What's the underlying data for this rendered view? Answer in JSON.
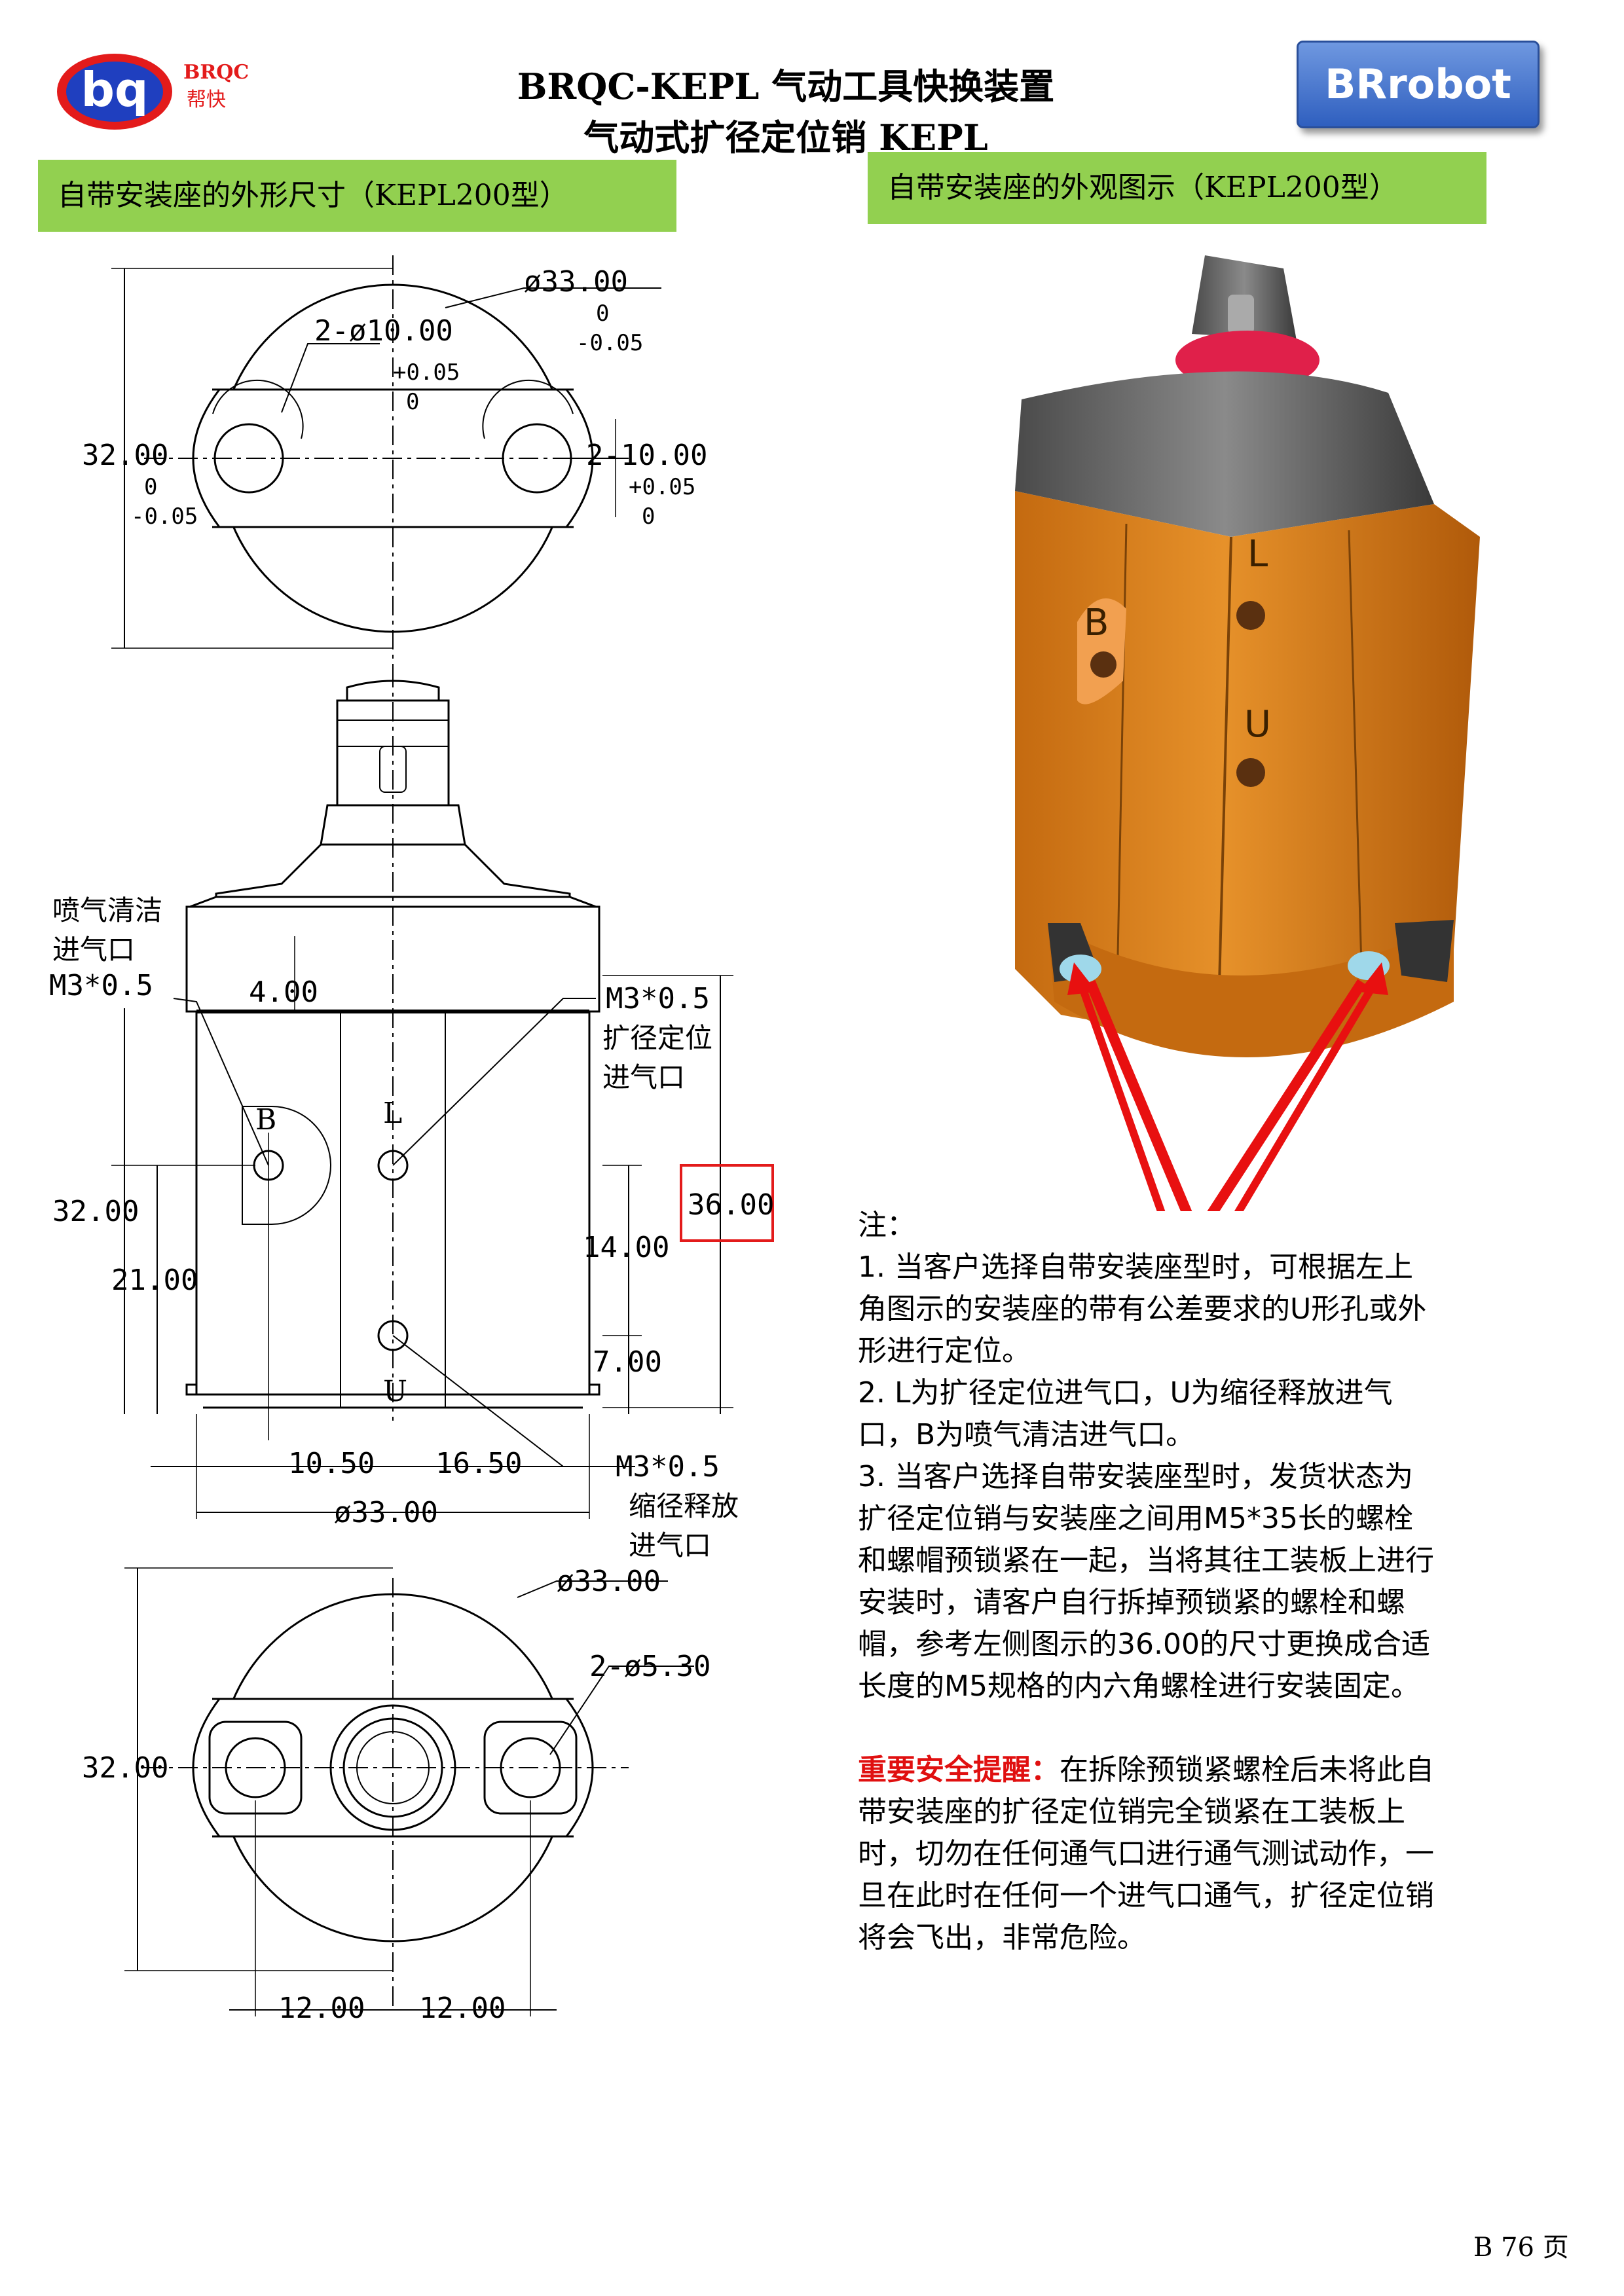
{
  "header": {
    "logo_letters": "bq",
    "logo_text": "BRQC",
    "logo_subtext": "帮快",
    "brand_button": "BRrobot",
    "title_line1": "BRQC-KEPL 气动工具快换装置",
    "title_line2": "气动式扩径定位销 KEPL"
  },
  "sections": {
    "left_heading": "自带安装座的外形尺寸（KEPL200型）",
    "right_heading": "自带安装座的外观图示（KEPL200型）"
  },
  "drawing": {
    "top_view": {
      "d_outer": "ø33.00",
      "d_outer_tol_upper": "0",
      "d_outer_tol_lower": "-0.05",
      "holes": "2-ø10.00",
      "holes_tol_upper": "+0.05",
      "holes_tol_lower": "0",
      "slot": "2-10.00",
      "slot_tol_upper": "+0.05",
      "slot_tol_lower": "0",
      "width": "32.00",
      "width_tol_upper": "0",
      "width_tol_lower": "-0.05"
    },
    "side_view": {
      "purge_label_1": "喷气清洁",
      "purge_label_2": "进气口",
      "purge_thread": "M3*0.5",
      "dim_4": "4.00",
      "expand_thread": "M3*0.5",
      "expand_label_1": "扩径定位",
      "expand_label_2": "进气口",
      "mark_B": "B",
      "mark_L": "L",
      "mark_U": "U",
      "dim_32": "32.00",
      "dim_21": "21.00",
      "dim_36": "36.00",
      "dim_14": "14.00",
      "dim_7": "7.00",
      "dim_10_5": "10.50",
      "dim_16_5": "16.50",
      "dim_d33": "ø33.00",
      "retract_thread": "M3*0.5",
      "retract_label_1": "缩径释放",
      "retract_label_2": "进气口"
    },
    "bottom_view": {
      "d_outer": "ø33.00",
      "holes": "2-ø5.30",
      "width": "32.00",
      "pitch_left": "12.00",
      "pitch_right": "12.00"
    }
  },
  "photo": {
    "mark_L": "L",
    "mark_B": "B",
    "mark_U": "U",
    "body_color": "#d9821c",
    "arrow_color": "#e81010"
  },
  "notes": {
    "heading": "注：",
    "note1": "1. 当客户选择自带安装座型时，可根据左上角图示的安装座的带有公差要求的U形孔或外形进行定位。",
    "note2": "2. L为扩径定位进气口，U为缩径释放进气口，B为喷气清洁进气口。",
    "note3": "3. 当客户选择自带安装座型时，发货状态为扩径定位销与安装座之间用M5*35长的螺栓和螺帽预锁紧在一起，当将其往工装板上进行安装时，请客户自行拆掉预锁紧的螺栓和螺帽，参考左侧图示的36.00的尺寸更换成合适长度的M5规格的内六角螺栓进行安装固定。",
    "warning_label": "重要安全提醒：",
    "warning_text": "在拆除预锁紧螺栓后未将此自带安装座的扩径定位销完全锁紧在工装板上时，切勿在任何通气口进行通气测试动作，一旦在此时在任何一个进气口通气，扩径定位销将会飞出，非常危险。"
  },
  "footer": {
    "page": "B 76 页"
  }
}
